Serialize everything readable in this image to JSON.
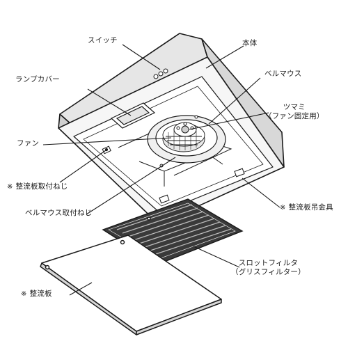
{
  "labels": {
    "switch": "スイッチ",
    "body": "本体",
    "lamp_cover": "ランプカバー",
    "bell_mouth": "ベルマウス",
    "knob": "ツマミ",
    "knob_note": "（ファン固定用）",
    "fan": "ファン",
    "rectifier_screw": "整流板取付ねじ",
    "bell_mouth_screw": "ベルマウス取付ねじ",
    "rectifier_hanger": "整流板吊金具",
    "slot_filter": "スロットフィルタ",
    "slot_filter_note": "（グリスフィルター）",
    "rectifier_plate": "整流板"
  },
  "reference_mark": "※",
  "colors": {
    "line": "#1a1a1a",
    "fill_light": "#f4f4f4",
    "fill_mid": "#e2e2e2",
    "filter": "#3a3a3a"
  }
}
